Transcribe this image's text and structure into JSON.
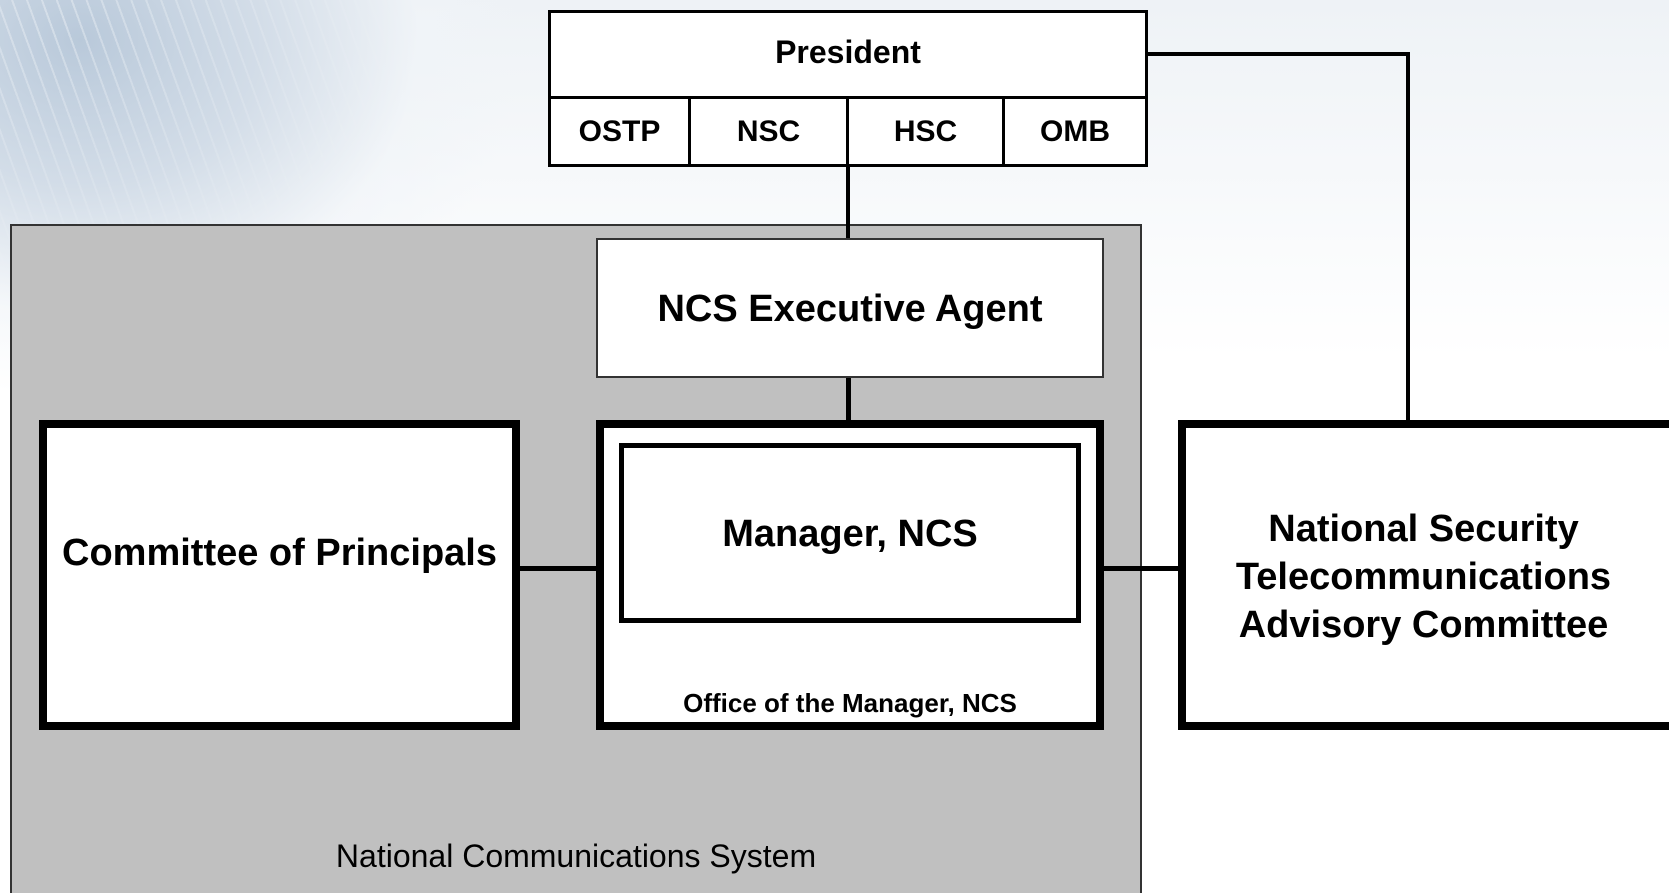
{
  "president": {
    "title": "President",
    "offices": [
      "OSTP",
      "NSC",
      "HSC",
      "OMB"
    ]
  },
  "executive_agent": "NCS Executive Agent",
  "committee_of_principals": "Committee of Principals",
  "manager": "Manager, NCS",
  "office_of_manager": "Office of the Manager, NCS",
  "nstac": "National Security Telecommunications Advisory Committee",
  "ncs_system": "National Communications System",
  "colors": {
    "panel": "#c0c0c0",
    "box": "#ffffff",
    "line": "#000000"
  }
}
